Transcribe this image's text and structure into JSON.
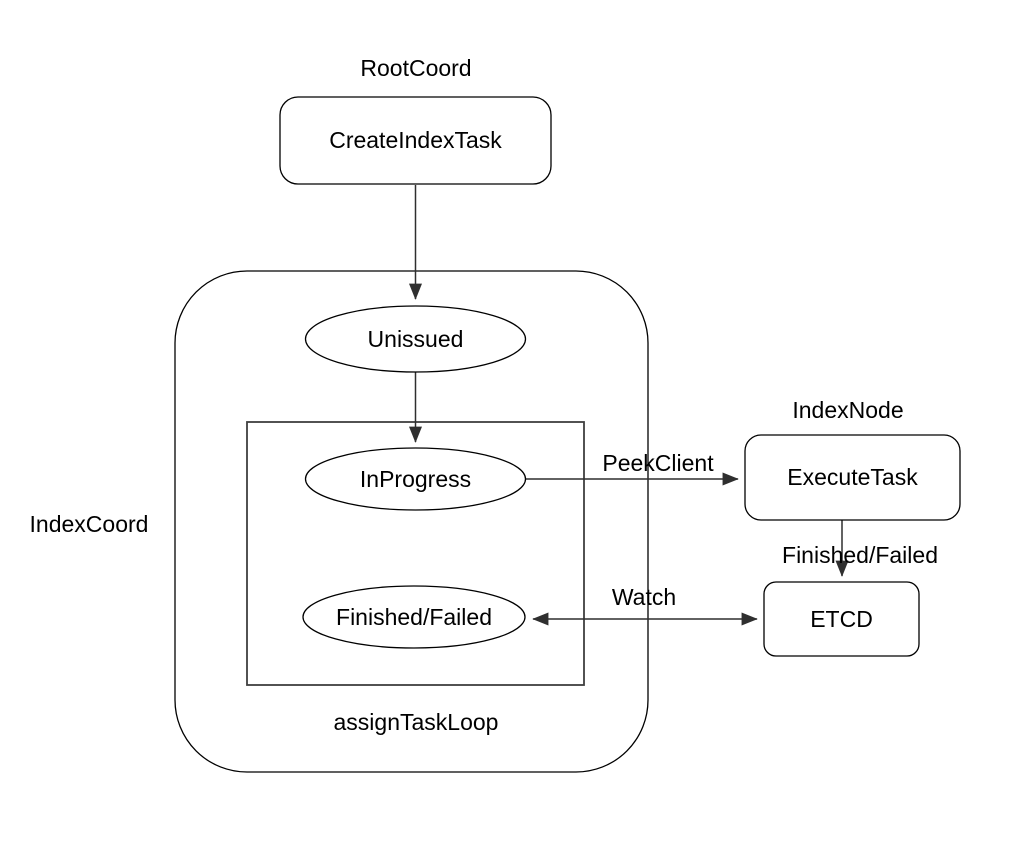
{
  "diagram": {
    "kind": "flowchart",
    "background": "#ffffff",
    "colors": {
      "shape_stroke": "#000000",
      "edge_stroke": "#2f2f2f",
      "inner_rect_stroke": "#3f3f3f",
      "text": "#000000",
      "shape_fill": "#ffffff"
    },
    "group_labels": {
      "root_coord": "RootCoord",
      "index_coord": "IndexCoord",
      "index_node": "IndexNode",
      "assign_task_loop": "assignTaskLoop"
    },
    "nodes": {
      "create_index_task": "CreateIndexTask",
      "unissued": "Unissued",
      "in_progress": "InProgress",
      "finished_failed": "Finished/Failed",
      "execute_task": "ExecuteTask",
      "etcd": "ETCD"
    },
    "edge_labels": {
      "peek_client": "PeekClient",
      "finished_failed": "Finished/Failed",
      "watch": "Watch"
    }
  }
}
